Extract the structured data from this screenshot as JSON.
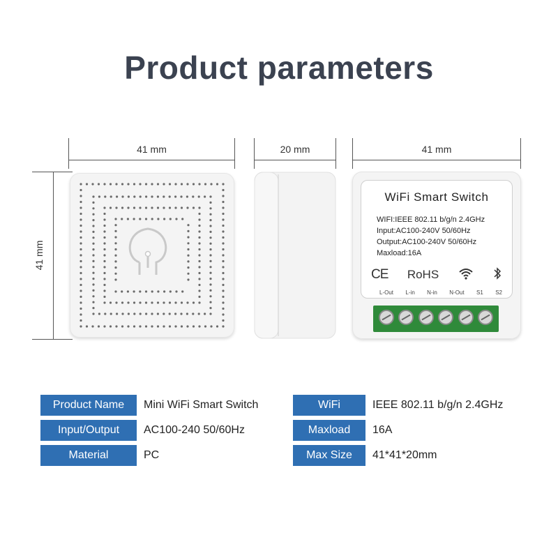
{
  "title": "Product parameters",
  "dimensions": {
    "front_width": "41 mm",
    "front_height": "41 mm",
    "side_depth": "20 mm",
    "back_width": "41 mm"
  },
  "device_label": {
    "name": "WiFi Smart Switch",
    "lines": [
      "WIFI:IEEE 802.11 b/g/n 2.4GHz",
      "Input:AC100-240V 50/60Hz",
      "Output:AC100-240V 50/60Hz",
      "Maxload:16A"
    ],
    "certs": [
      "CE",
      "RoHS"
    ],
    "icons": [
      "wifi-icon",
      "bluetooth-icon"
    ],
    "terminals": [
      "L-Out",
      "L-in",
      "N-in",
      "N-Out",
      "S1",
      "S2"
    ],
    "terminal_color": "#2f8a3a"
  },
  "params": {
    "accent": "#2f6fb3",
    "rows": [
      {
        "key": "Product Name",
        "value": "Mini WiFi Smart Switch",
        "key2": "WiFi",
        "value2": "IEEE 802.11 b/g/n 2.4GHz"
      },
      {
        "key": "Input/Output",
        "value": "AC100-240 50/60Hz",
        "key2": "Maxload",
        "value2": "16A"
      },
      {
        "key": "Material",
        "value": "PC",
        "key2": "Max Size",
        "value2": "41*41*20mm"
      }
    ]
  }
}
